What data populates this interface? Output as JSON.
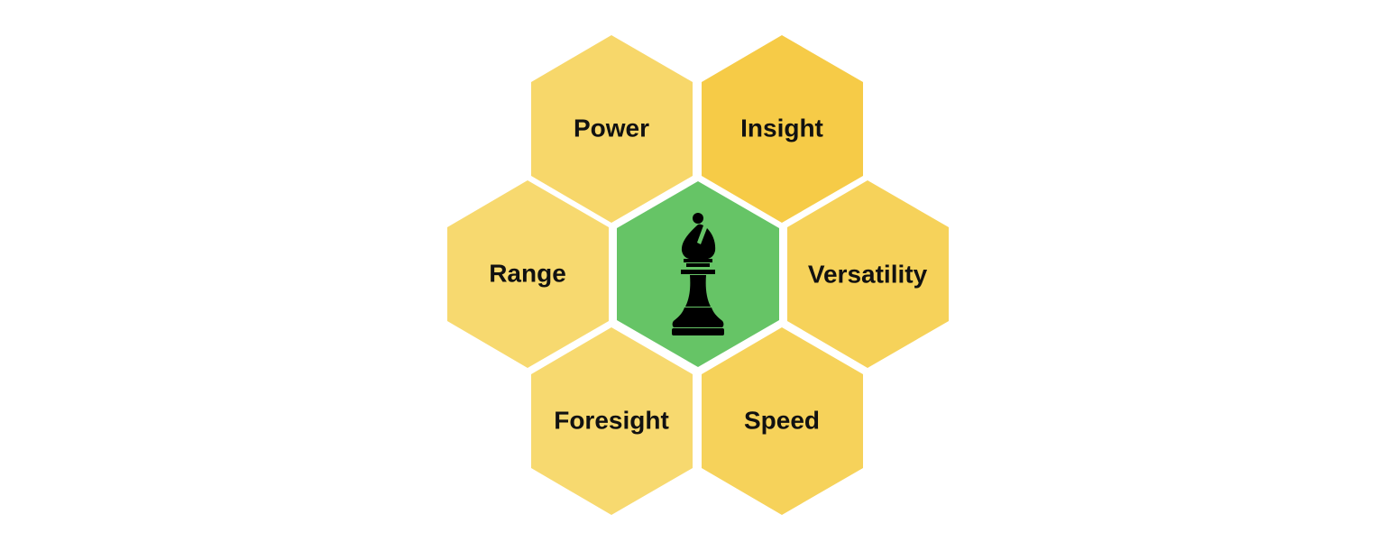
{
  "diagram": {
    "center": {
      "icon": "chess-bishop-icon",
      "color": "#66C466"
    },
    "cells": [
      {
        "id": "power",
        "label": "Power",
        "color": "#F7D76A"
      },
      {
        "id": "insight",
        "label": "Insight",
        "color": "#F6CB47"
      },
      {
        "id": "range",
        "label": "Range",
        "color": "#F7D96F"
      },
      {
        "id": "versatility",
        "label": "Versatility",
        "color": "#F6D25A"
      },
      {
        "id": "foresight",
        "label": "Foresight",
        "color": "#F7D96F"
      },
      {
        "id": "speed",
        "label": "Speed",
        "color": "#F6D25A"
      }
    ]
  }
}
